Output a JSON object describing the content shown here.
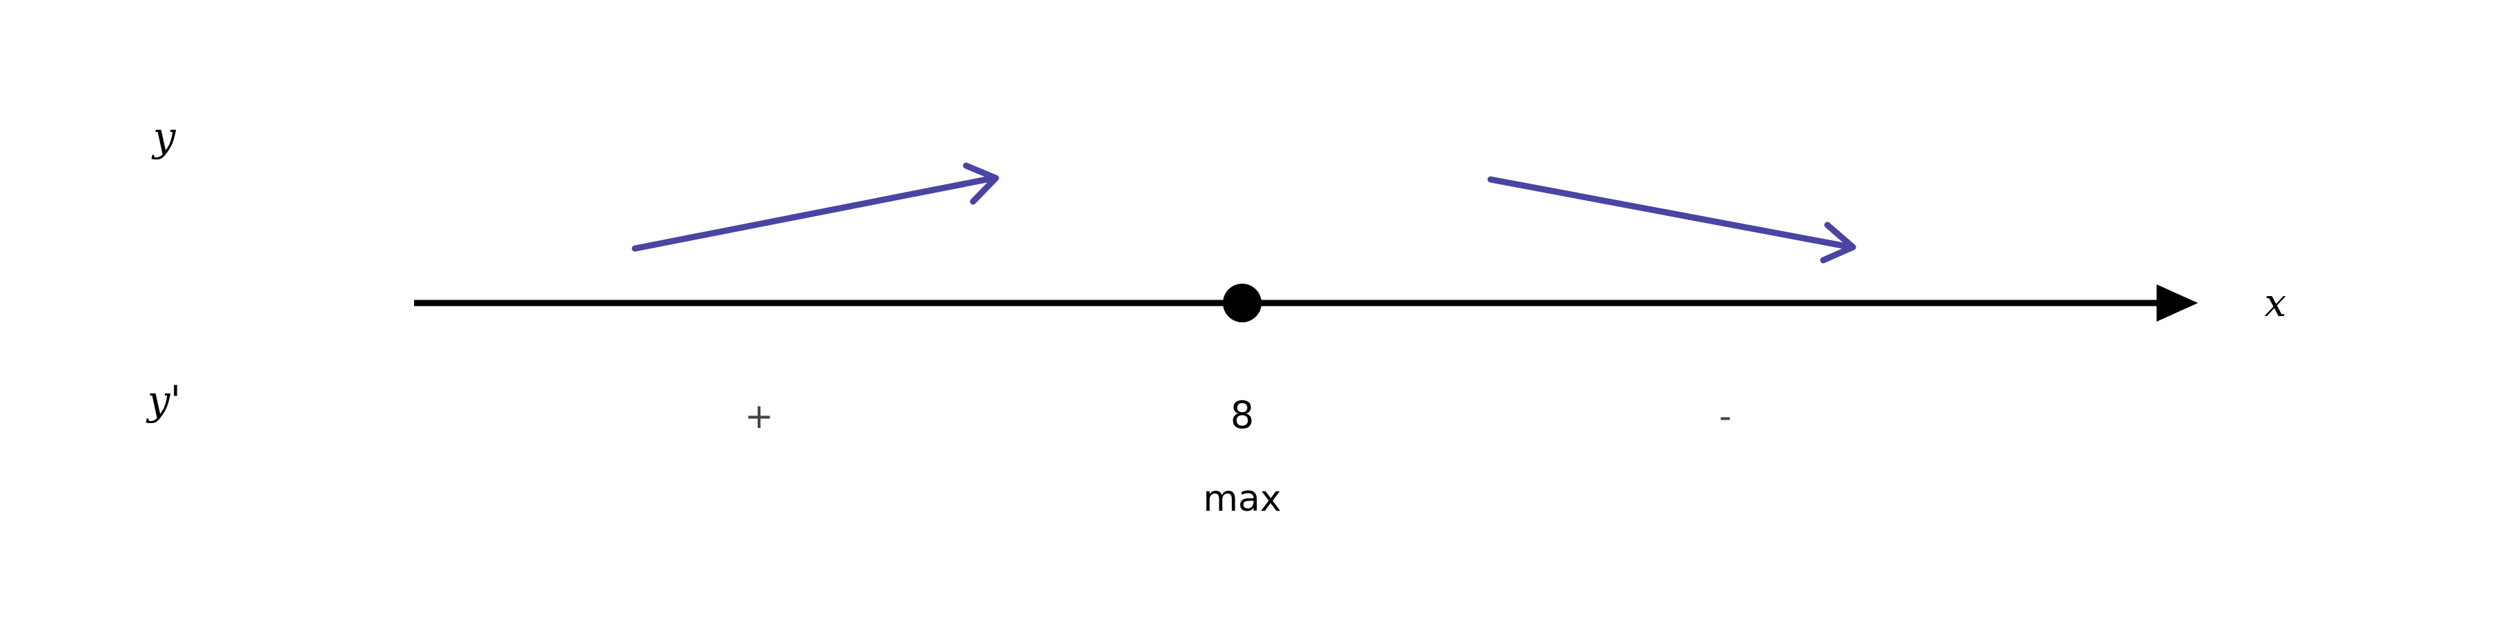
{
  "diagram": {
    "row_labels": {
      "function": "y",
      "derivative": "y'"
    },
    "axis_label": "x",
    "critical_point": {
      "value": "8",
      "extremum": "max"
    },
    "signs": {
      "left": "+",
      "right": "-"
    },
    "trends": {
      "left": "increasing",
      "right": "decreasing"
    },
    "colors": {
      "axis": "#000000",
      "arrow": "#4a44a3"
    }
  }
}
